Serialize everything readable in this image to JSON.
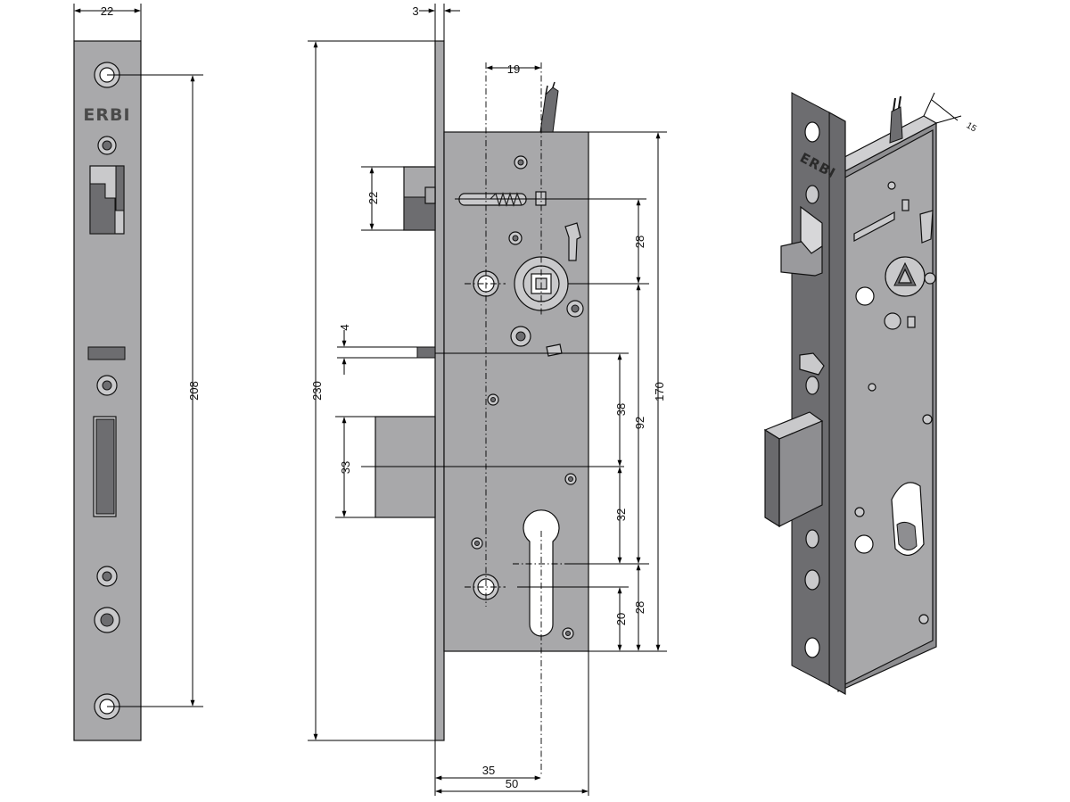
{
  "brand": "ERBI",
  "front_view": {
    "dims": {
      "faceplate_width": "22",
      "screw_spacing": "208"
    }
  },
  "side_view": {
    "dims": {
      "faceplate_thickness": "3",
      "cable_offset": "19",
      "latch_height": "22",
      "small_bolt": "4",
      "deadbolt_height": "33",
      "overall_height": "230",
      "spindle_to_top": "28",
      "latch_to_spindle_gap": "38",
      "spindle_to_cylinder": "92",
      "body_height": "170",
      "deadbolt_to_cylinder": "32",
      "cylinder_to_bottom_a": "20",
      "cylinder_to_bottom_b": "28",
      "backset": "35",
      "body_depth": "50"
    }
  },
  "iso_view": {
    "dims": {
      "cable_depth": "15"
    }
  }
}
